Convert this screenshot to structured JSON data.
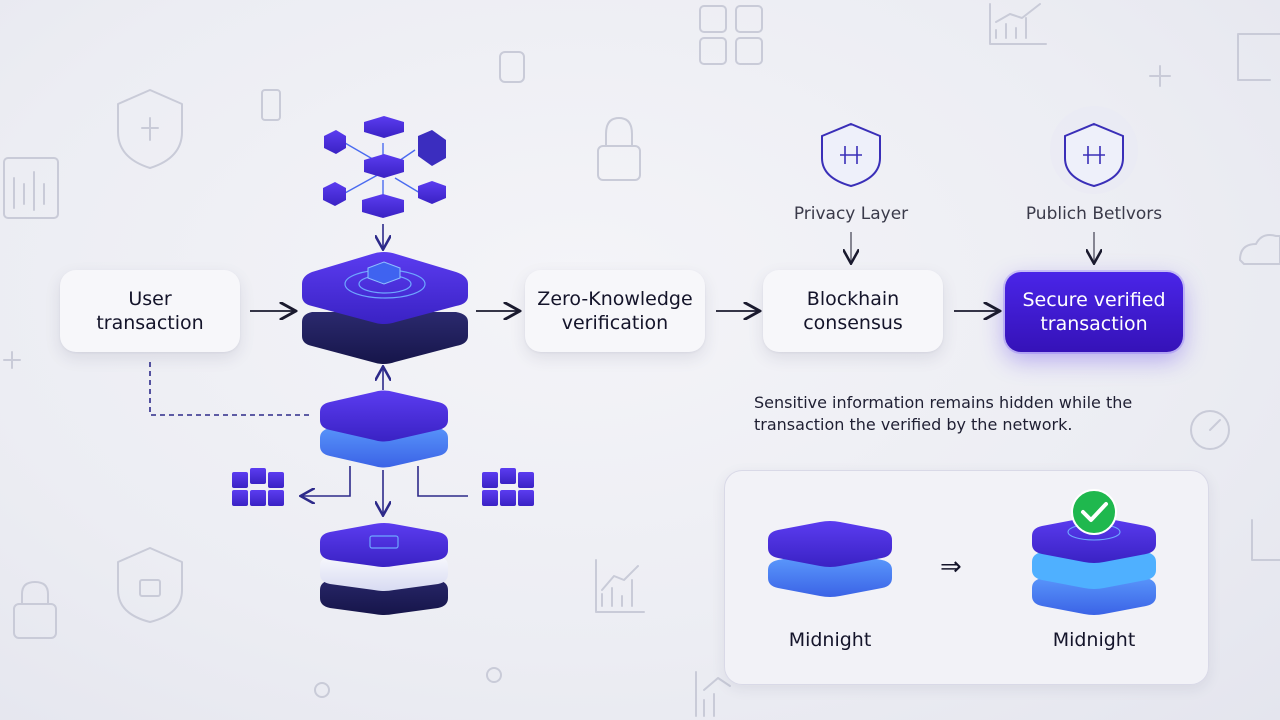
{
  "flow": {
    "user_transaction": "User\ntransaction",
    "zk_verification": "Zero-Knowledge\nverification",
    "blockchain_consensus": "Blockhain\nconsensus",
    "secure_verified": "Secure verified\ntransaction"
  },
  "labels": {
    "privacy_layer": "Privacy Layer",
    "public_network": "Publich Betlvors"
  },
  "info_text": "Sensitive information remains hidden while the transaction the verified by the network.",
  "panel": {
    "before_label": "Midnight",
    "after_label": "Midnight",
    "arrow": "⇒"
  },
  "colors": {
    "accent": "#4a25e8",
    "accent_dark": "#2a2470",
    "accent_light": "#4f8bf5",
    "check": "#1fb84e"
  },
  "icons": [
    "shield-icon",
    "lock-icon",
    "chart-icon",
    "grid-icon",
    "cloud-icon",
    "check-icon",
    "network-cube-icon"
  ]
}
